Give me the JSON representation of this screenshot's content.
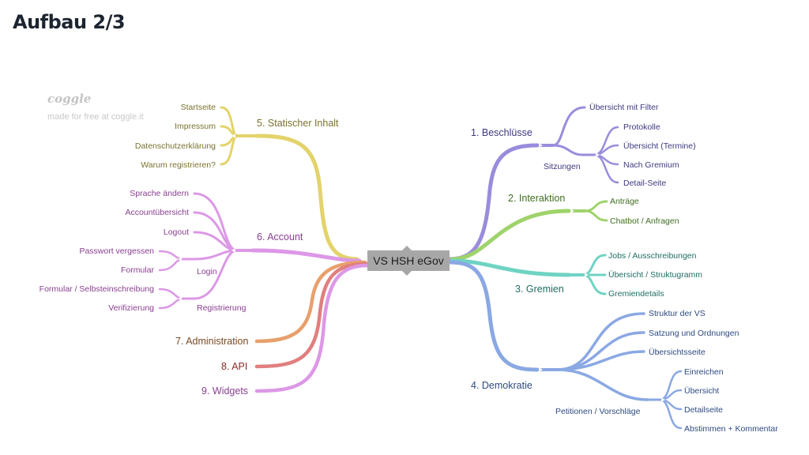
{
  "page": {
    "title": "Aufbau 2/3"
  },
  "watermark": {
    "logo": "coggle",
    "text": "made for free at coggle.it"
  },
  "center": {
    "label": "VS HSH eGov"
  },
  "colors": {
    "statisch": "#e3d36b",
    "account": "#dc98e6",
    "admin": "#e8a06c",
    "api": "#e07f7f",
    "widgets": "#dc98e6",
    "beschluesse": "#9a8cdc",
    "interaktion": "#9fd36b",
    "gremien": "#6fd3c3",
    "demokratie": "#8aa8e3",
    "center_fill": "#a7a7a7"
  },
  "branches": {
    "statisch": {
      "label": "5.  Statischer Inhalt",
      "children": [
        "Startseite",
        "Impressum",
        "Datenschutzerklärung",
        "Warum registrieren?"
      ]
    },
    "account": {
      "label": "6.  Account",
      "children": [
        "Sprache ändern",
        "Accountübersicht",
        "Logout"
      ],
      "login": {
        "label": "Login",
        "children": [
          "Passwort vergessen",
          "Formular"
        ]
      },
      "registrierung": {
        "label": "Registrierung",
        "children": [
          "Formular / Selbsteinschreibung",
          "Verifizierung"
        ]
      }
    },
    "admin": {
      "label": "7.  Administration"
    },
    "api": {
      "label": "8.  API"
    },
    "widgets": {
      "label": "9.  Widgets"
    },
    "beschluesse": {
      "label": "1.  Beschlüsse",
      "filter": "Übersicht mit Filter",
      "sitzungen": {
        "label": "Sitzungen",
        "children": [
          "Protokolle",
          "Übersicht (Termine)",
          "Nach Gremium",
          "Detail-Seite"
        ]
      }
    },
    "interaktion": {
      "label": "2.  Interaktion",
      "children": [
        "Anträge",
        "Chatbot / Anfragen"
      ]
    },
    "gremien": {
      "label": "3.  Gremien",
      "children": [
        "Jobs / Ausschreibungen",
        "Übersicht / Struktugramm",
        "Gremiendetails"
      ]
    },
    "demokratie": {
      "label": "4.  Demokratie",
      "children": [
        "Struktur der VS",
        "Satzung und Ordnungen",
        "Übersichtsseite"
      ],
      "petitionen": {
        "label": "Petitionen / Vorschläge",
        "children": [
          "Einreichen",
          "Übersicht",
          "Detailseite",
          "Abstimmen + Kommentar"
        ]
      }
    }
  }
}
